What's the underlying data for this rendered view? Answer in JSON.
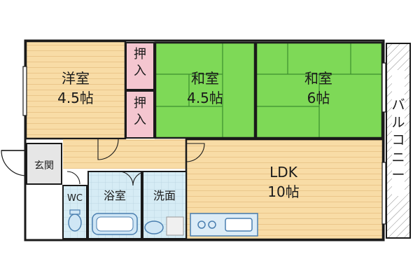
{
  "rooms": {
    "western": {
      "name": "洋室",
      "size": "4.5帖"
    },
    "japanese1": {
      "name": "和室",
      "size": "4.5帖"
    },
    "japanese2": {
      "name": "和室",
      "size": "6帖"
    },
    "ldk": {
      "name": "LDK",
      "size": "10帖"
    },
    "entrance": {
      "name": "玄関"
    },
    "wc": {
      "name": "WC"
    },
    "bath": {
      "name": "浴室"
    },
    "washroom": {
      "name": "洗面"
    },
    "closet1": {
      "name": "押入"
    },
    "closet2": {
      "name": "押入"
    },
    "balcony": {
      "name": "バルコニー"
    }
  },
  "colors": {
    "wall": "#1a1a1a",
    "tatami": "#7ed957",
    "wood_floor": "#f5d29a",
    "closet": "#f4c6d0",
    "wet_area": "#d6ecf5",
    "fixture": "#4a7fb0",
    "balcony_hatch": "#8c8c8c"
  }
}
